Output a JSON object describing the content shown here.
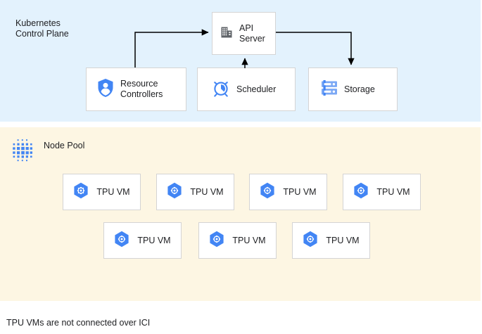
{
  "diagram": {
    "caption": "TPU VMs are not connected over ICI",
    "colors": {
      "control_plane_bg": "#e3f2fd",
      "node_pool_bg": "#fdf6e3",
      "box_bg": "#ffffff",
      "box_border": "#d4d4d4",
      "accent_blue": "#4285f4",
      "icon_gray": "#5f6368",
      "text": "#202124",
      "connector": "#000000"
    }
  },
  "control_plane": {
    "title": "Kubernetes\nControl Plane",
    "nodes": [
      {
        "id": "api-server",
        "label": "API\nServer",
        "icon": "building-icon"
      },
      {
        "id": "resource-controllers",
        "label": "Resource\nControllers",
        "icon": "shield-person-icon"
      },
      {
        "id": "scheduler",
        "label": "Scheduler",
        "icon": "alarm-clock-icon"
      },
      {
        "id": "storage",
        "label": "Storage",
        "icon": "server-rack-icon"
      }
    ],
    "connectors": [
      {
        "from": "resource-controllers",
        "to": "api-server",
        "style": "elbow-up-right"
      },
      {
        "from": "scheduler",
        "to": "api-server",
        "style": "straight-up"
      },
      {
        "from": "api-server",
        "to": "storage",
        "style": "elbow-right-down"
      }
    ]
  },
  "node_pool": {
    "title": "Node Pool",
    "icon": "node-pool-dots-icon",
    "rows": [
      {
        "vms": [
          {
            "label": "TPU VM",
            "icon": "tpu-hexagon-icon"
          },
          {
            "label": "TPU VM",
            "icon": "tpu-hexagon-icon"
          },
          {
            "label": "TPU VM",
            "icon": "tpu-hexagon-icon"
          },
          {
            "label": "TPU VM",
            "icon": "tpu-hexagon-icon"
          }
        ]
      },
      {
        "vms": [
          {
            "label": "TPU VM",
            "icon": "tpu-hexagon-icon"
          },
          {
            "label": "TPU VM",
            "icon": "tpu-hexagon-icon"
          },
          {
            "label": "TPU VM",
            "icon": "tpu-hexagon-icon"
          }
        ]
      }
    ]
  }
}
